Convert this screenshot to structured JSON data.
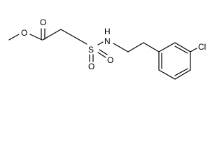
{
  "atoms": {
    "o_methoxy": "O",
    "o_carbonyl": "O",
    "s": "S",
    "o_sulfonyl_1": "O",
    "o_sulfonyl_2": "O",
    "n": "N",
    "h": "H",
    "cl": "Cl"
  }
}
